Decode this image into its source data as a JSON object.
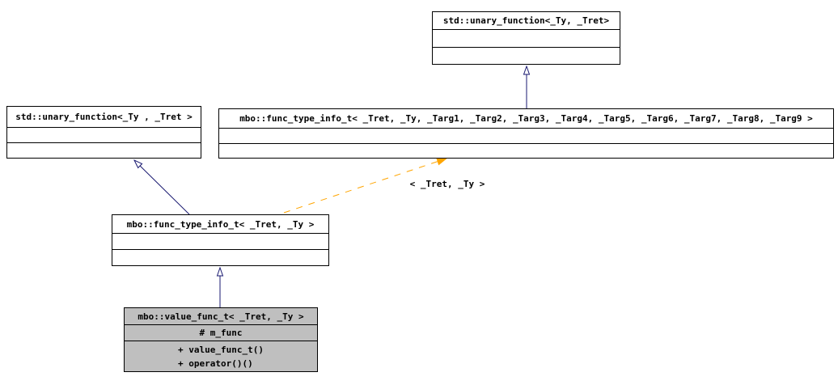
{
  "diagram": {
    "kind": "class-inheritance-diagram",
    "colors": {
      "background": "#ffffff",
      "node_border": "#000000",
      "node_fill": "#ffffff",
      "focus_fill": "#bfbfbf",
      "text": "#000000",
      "inherit_edge": "#191970",
      "template_edge": "#ffa500"
    },
    "nodes": {
      "std_unary_top": {
        "title": "std::unary_function<_Ty, _Tret>"
      },
      "std_unary_left": {
        "title": "std::unary_function<_Ty , _Tret >"
      },
      "func_type_info_full": {
        "title": "mbo::func_type_info_t< _Tret, _Ty, _Targ1, _Targ2, _Targ3, _Targ4, _Targ5, _Targ6, _Targ7, _Targ8, _Targ9 >"
      },
      "func_type_info": {
        "title": "mbo::func_type_info_t< _Tret, _Ty >"
      },
      "value_func": {
        "title": "mbo::value_func_t< _Tret, _Ty >",
        "attributes": [
          "# m_func"
        ],
        "methods": [
          "+ value_func_t()",
          "+ operator()()"
        ]
      }
    },
    "edges": {
      "template_label": "< _Tret, _Ty >"
    }
  }
}
